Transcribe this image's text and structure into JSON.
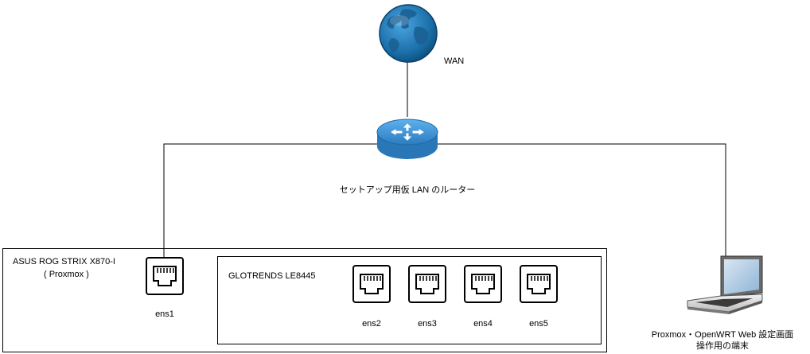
{
  "wan": {
    "label": "WAN"
  },
  "router": {
    "label": "セットアップ用仮 LAN のルーター"
  },
  "server": {
    "name": "ASUS ROG STRIX X870-I",
    "subtitle": "( Proxmox )",
    "port": "ens1"
  },
  "nic": {
    "name": "GLOTRENDS LE8445",
    "ports": [
      "ens2",
      "ens3",
      "ens4",
      "ens5"
    ]
  },
  "laptop": {
    "label_line1": "Proxmox・OpenWRT Web 設定画面",
    "label_line2": "操作用の端末"
  },
  "colors": {
    "globe": "#1a6fa8",
    "router": "#3d8fd1",
    "line": "#000000"
  },
  "icons": {
    "globe": "globe-icon",
    "router": "router-icon",
    "ethernet_port": "ethernet-port-icon",
    "laptop": "laptop-icon"
  }
}
